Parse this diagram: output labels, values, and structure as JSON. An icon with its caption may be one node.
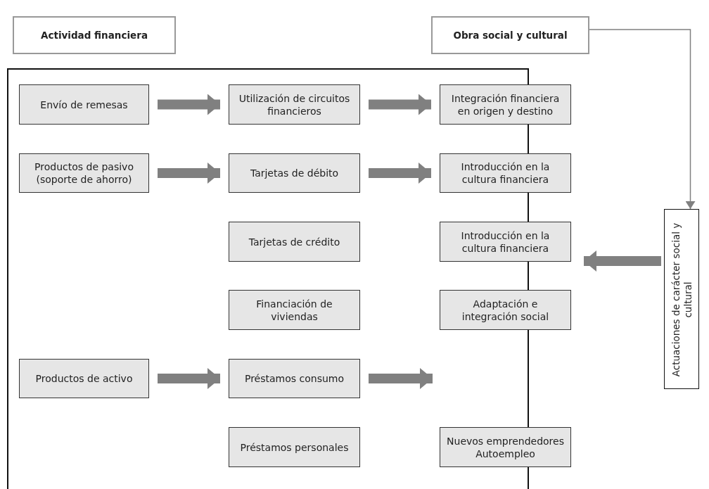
{
  "diagram": {
    "nodes": [
      {
        "text": [
          "Actividad financiera"
        ]
      },
      {
        "text": [
          "Obra social y cultural"
        ]
      },
      {
        "text": [],
        "shape": "box"
      },
      {
        "text": [
          "Envío de remesas"
        ],
        "in": 2
      },
      {
        "text": [
          "Utilización de circuitos financieros"
        ],
        "in": 2
      },
      {
        "text": [
          "Integración financiera en origen y destino"
        ],
        "in": 2
      },
      {
        "text": [
          "Productos de pasivo (soporte de ahorro)"
        ],
        "in": 2
      },
      {
        "text": [
          "Tarjetas de débito"
        ],
        "in": 2
      },
      {
        "text": [
          "Introducción en la cultura financiera"
        ],
        "in": 2
      },
      {
        "text": [
          "Tarjetas de crédito"
        ],
        "in": 2
      },
      {
        "text": [
          "Introducción en la cultura financiera"
        ],
        "in": 2
      },
      {
        "text": [
          "Financiación de viviendas"
        ],
        "in": 2
      },
      {
        "text": [
          "Adaptación e integración social"
        ],
        "in": 2
      },
      {
        "text": [
          "Productos de activo"
        ],
        "in": 2
      },
      {
        "text": [
          "Préstamos consumo"
        ],
        "in": 2
      },
      {
        "text": [
          "Préstamos personales"
        ],
        "in": 2
      },
      {
        "text": [
          "Nuevos emprendedores Autoempleo"
        ],
        "in": 2
      },
      {
        "text": [
          "Actuaciones de carácter social y cultural"
        ]
      }
    ],
    "edges": [
      {
        "from": 3,
        "to": 4,
        "arrow": "to"
      },
      {
        "from": 4,
        "to": 5,
        "arrow": "to"
      },
      {
        "from": 6,
        "to": 7,
        "arrow": "to"
      },
      {
        "from": 7,
        "to": 8,
        "arrow": "to"
      },
      {
        "from": 13,
        "to": 14,
        "arrow": "to"
      },
      {
        "from": 14,
        "to": null,
        "arrow": "to"
      },
      {
        "from": 1,
        "to": 17,
        "arrow": "to"
      },
      {
        "from": 17,
        "to": 10,
        "arrow": "to"
      }
    ]
  }
}
